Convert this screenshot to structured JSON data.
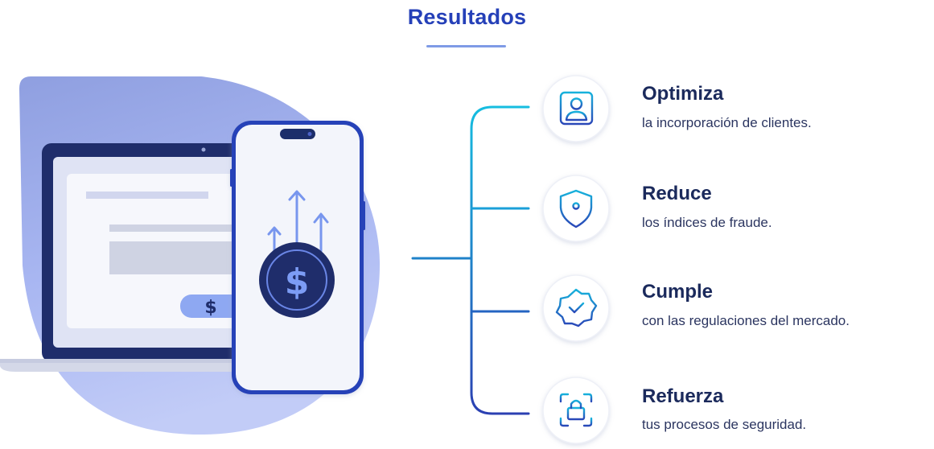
{
  "header": {
    "title": "Resultados"
  },
  "illustration": {
    "dollar_symbol": "$"
  },
  "items": [
    {
      "title": "Optimiza",
      "description": "la incorporación de clientes.",
      "icon": "user-portrait-icon"
    },
    {
      "title": "Reduce",
      "description": "los índices de fraude.",
      "icon": "shield-keyhole-icon"
    },
    {
      "title": "Cumple",
      "description": "con las regulaciones del mercado.",
      "icon": "badge-check-icon"
    },
    {
      "title": "Refuerza",
      "description": "tus procesos de seguridad.",
      "icon": "lock-scan-icon"
    }
  ],
  "colors": {
    "title": "#2540b8",
    "heading": "#1b2a5c",
    "accent_teal": "#1aa9d6",
    "accent_blue": "#2a47b8"
  }
}
